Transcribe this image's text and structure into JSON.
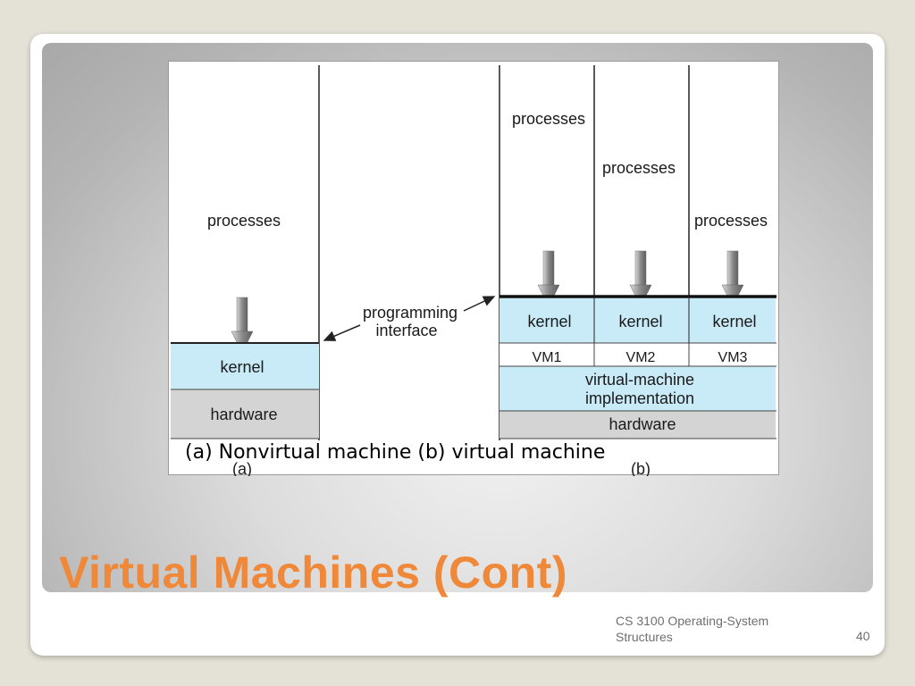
{
  "diagram": {
    "a": {
      "processes": "processes",
      "kernel": "kernel",
      "hardware": "hardware",
      "sublabel": "(a)"
    },
    "b": {
      "processes": [
        "processes",
        "processes",
        "processes"
      ],
      "kernels": [
        "kernel",
        "kernel",
        "kernel"
      ],
      "vms": [
        "VM1",
        "VM2",
        "VM3"
      ],
      "implementation_line1": "virtual-machine",
      "implementation_line2": "implementation",
      "hardware": "hardware",
      "sublabel": "(b)"
    },
    "interface_line1": "programming",
    "interface_line2": "interface",
    "caption": "(a) Nonvirtual machine (b) virtual machine",
    "colors": {
      "kernel_fill": "#c9eaf7",
      "hardware_fill": "#d4d4d4",
      "arrow_fill": "#9c9c9c"
    }
  },
  "slide": {
    "title": "Virtual Machines (Cont)",
    "footer": "CS 3100 Operating-System Structures",
    "page_number": "40",
    "title_color": "#f0883a"
  }
}
